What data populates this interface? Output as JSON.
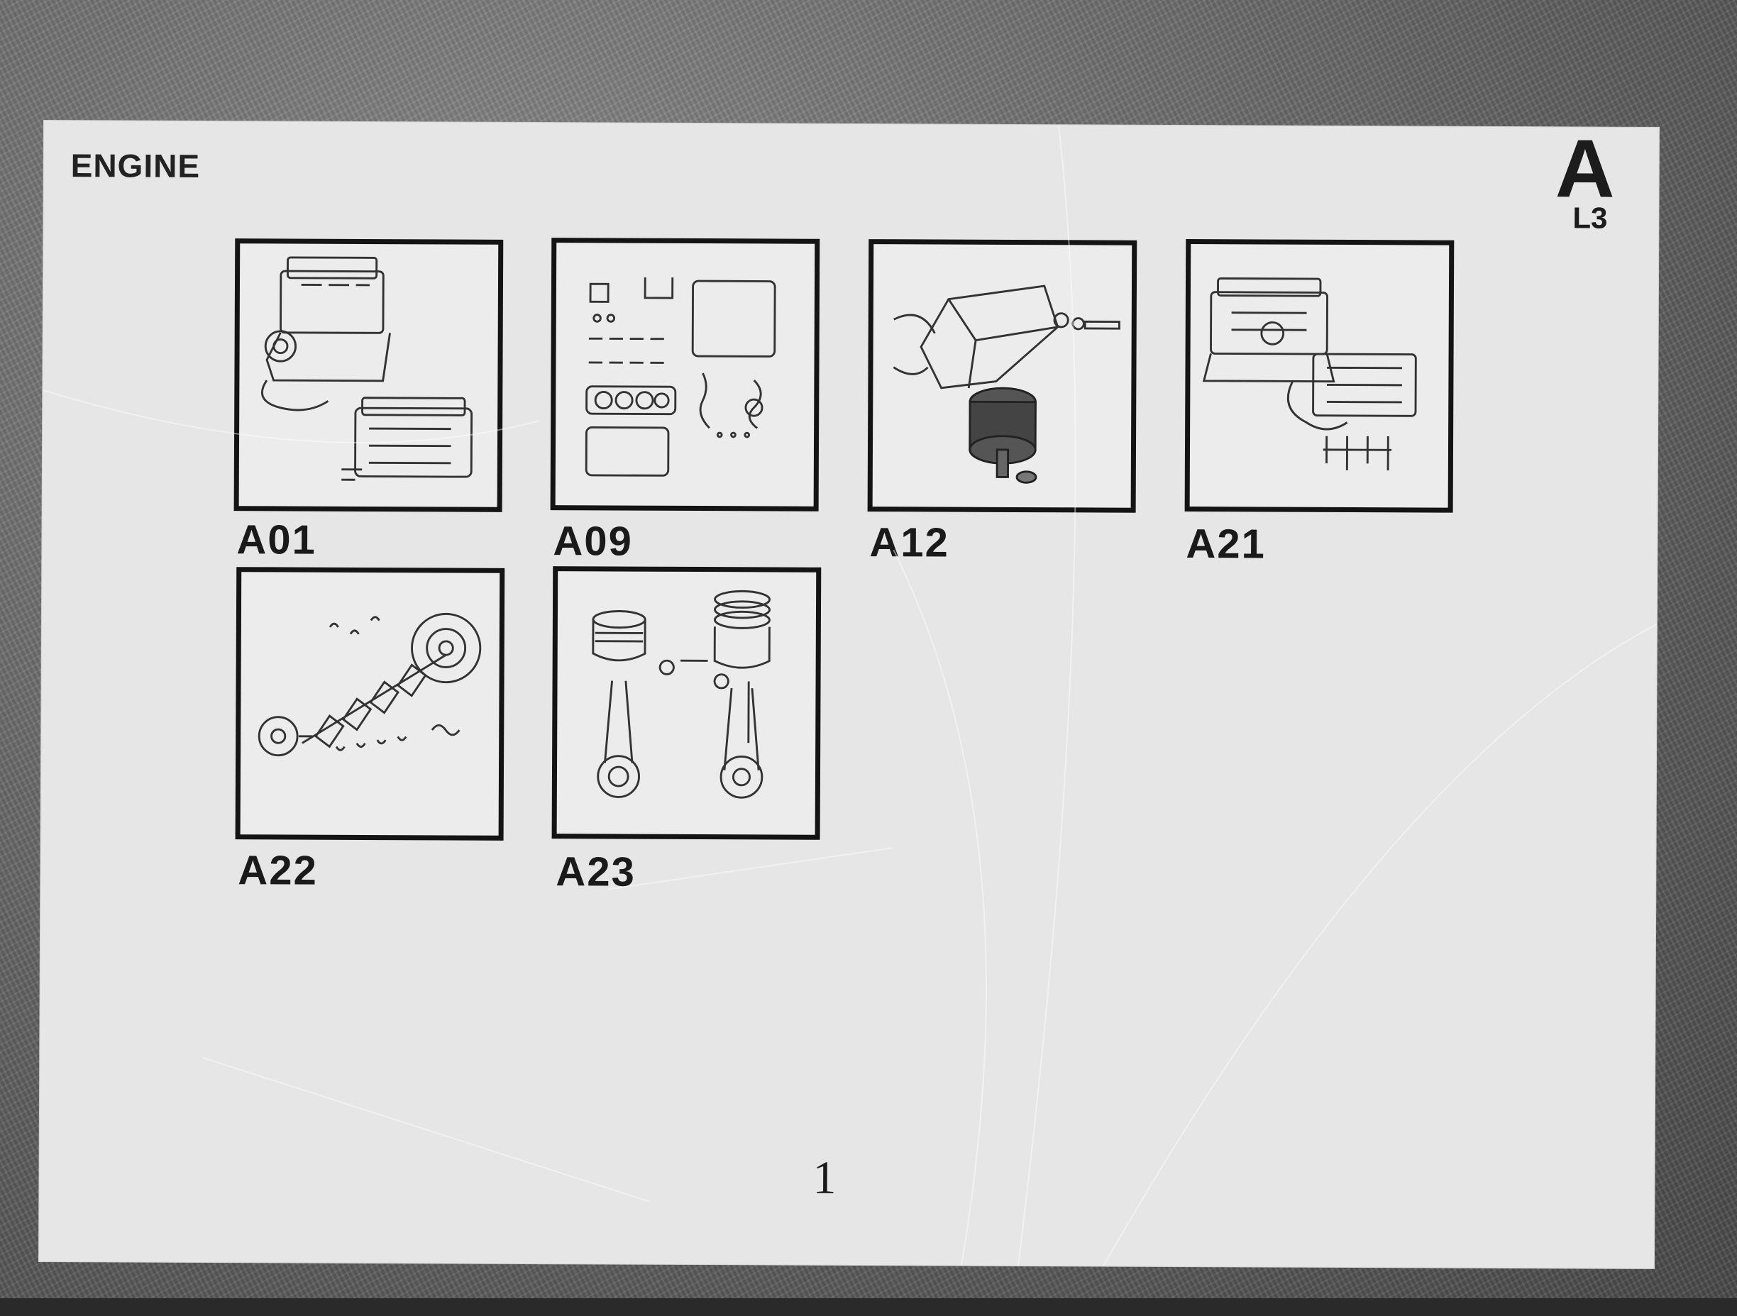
{
  "header": {
    "title": "ENGINE",
    "section_letter": "A",
    "section_sub": "L3"
  },
  "groups": [
    {
      "code": "A01",
      "icon": "engine-assembly-icon"
    },
    {
      "code": "A09",
      "icon": "gasket-set-icon"
    },
    {
      "code": "A12",
      "icon": "engine-mount-icon"
    },
    {
      "code": "A21",
      "icon": "cylinder-block-icon"
    },
    {
      "code": "A22",
      "icon": "crankshaft-icon"
    },
    {
      "code": "A23",
      "icon": "piston-conrod-icon"
    }
  ],
  "footer": {
    "page_number": "1"
  }
}
